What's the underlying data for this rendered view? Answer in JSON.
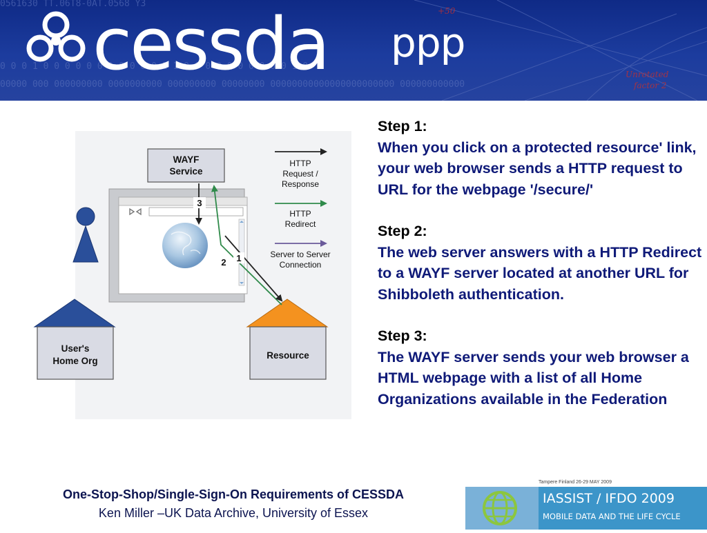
{
  "banner": {
    "logo_text": "cessda",
    "logo_sub": "ppp",
    "colors": {
      "background": "#1c3c9e",
      "text": "#ffffff"
    }
  },
  "diagram": {
    "wayf_line1": "WAYF",
    "wayf_line2": "Service",
    "user_line1": "User's",
    "user_line2": "Home Org",
    "resource_label": "Resource",
    "step_labels": [
      "3",
      "2",
      "1"
    ],
    "legend": [
      {
        "line1": "HTTP",
        "line2": "Request /",
        "line3": "Response",
        "color": "#222222"
      },
      {
        "line1": "HTTP",
        "line2": "Redirect",
        "line3": "",
        "color": "#2f8a4a"
      },
      {
        "line1": "Server to Server",
        "line2": "Connection",
        "line3": "",
        "color": "#6a5a9a"
      }
    ],
    "colors": {
      "house_blue": "#2a4f9a",
      "house_orange": "#f4921f",
      "person": "#2a4f9a"
    }
  },
  "steps": [
    {
      "title": "Step 1:",
      "text": "When you click on a protected resource' link, your web browser sends a HTTP request to URL for the webpage '/secure/'"
    },
    {
      "title": "Step 2:",
      "text": "The web server answers with a HTTP Redirect to a WAYF server located at another URL for Shibboleth authentication."
    },
    {
      "title": "Step 3:",
      "text": "The WAYF server sends your web browser a HTML webpage with a list of all Home Organizations available in the Federation"
    }
  ],
  "footer": {
    "title": "One-Stop-Shop/Single-Sign-On Requirements of CESSDA",
    "author": "Ken Miller –UK Data Archive, University of Essex"
  },
  "iassist": {
    "date": "Tampere Finland 26-29 MAY 2009",
    "main": "IASSIST / IFDO 2009",
    "subline": "MOBILE DATA AND THE LIFE CYCLE"
  }
}
